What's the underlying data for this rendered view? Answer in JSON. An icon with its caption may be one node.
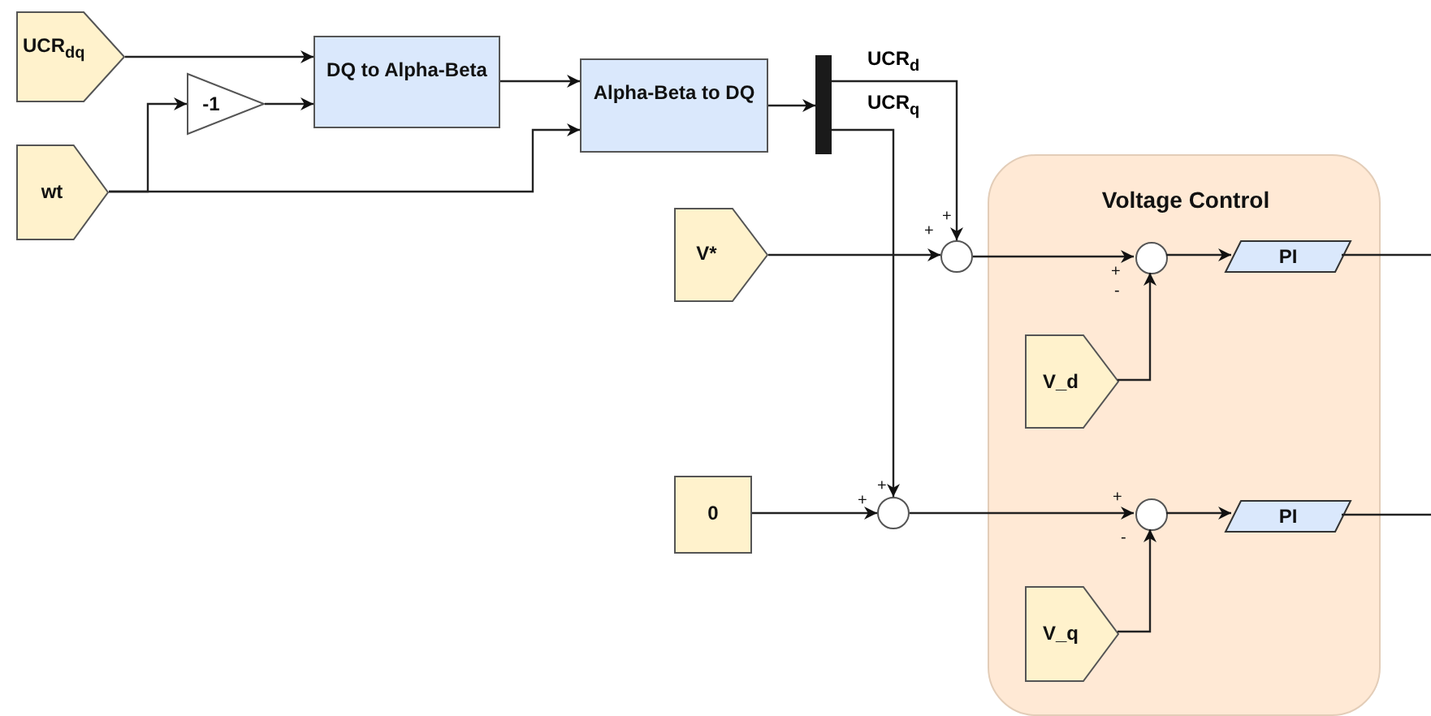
{
  "diagram": {
    "nodes": [
      {
        "text": [
          "UCR$_{dq}$"
        ]
      },
      {
        "text": [
          "wt"
        ]
      },
      {
        "text": [
          "-1"
        ]
      },
      {
        "text": [
          "DQ to Alpha-Beta"
        ]
      },
      {
        "text": [
          "Alpha-Beta to DQ"
        ]
      },
      {
        "text": [],
        "shape": "bar"
      },
      {
        "text": [
          "V*"
        ]
      },
      {
        "text": [],
        "shape": "circle"
      },
      {
        "text": [
          "0"
        ]
      },
      {
        "text": [],
        "shape": "circle"
      },
      {
        "text": [
          "Voltage Control"
        ]
      },
      {
        "text": [],
        "shape": "circle",
        "in": 10
      },
      {
        "text": [
          "PI"
        ],
        "in": 10
      },
      {
        "text": [
          "V_d"
        ],
        "in": 10
      },
      {
        "text": [],
        "shape": "circle",
        "in": 10
      },
      {
        "text": [
          "PI"
        ],
        "in": 10
      },
      {
        "text": [
          "V_q"
        ],
        "in": 10
      }
    ],
    "edges": [
      {
        "from": 0,
        "to": 3,
        "arrow": "to"
      },
      {
        "from": 1,
        "to": 2,
        "arrow": "to"
      },
      {
        "from": 2,
        "to": 3,
        "arrow": "to"
      },
      {
        "from": 1,
        "to": 4,
        "arrow": "to"
      },
      {
        "from": 3,
        "to": 4,
        "arrow": "to"
      },
      {
        "from": 4,
        "to": 5,
        "arrow": "to"
      },
      {
        "from": 5,
        "to": 7,
        "arrow": "to",
        "label": "UCR$_{d}$"
      },
      {
        "from": 5,
        "to": 9,
        "arrow": "to",
        "label": "UCR$_{q}$"
      },
      {
        "from": 6,
        "to": 7,
        "arrow": "to"
      },
      {
        "from": 8,
        "to": 9,
        "arrow": "to"
      },
      {
        "from": 7,
        "to": 11,
        "arrow": "to"
      },
      {
        "from": 9,
        "to": 14,
        "arrow": "to"
      },
      {
        "from": 13,
        "to": 11,
        "arrow": "to"
      },
      {
        "from": 16,
        "to": 14,
        "arrow": "to"
      },
      {
        "from": 11,
        "to": 12,
        "arrow": "to"
      },
      {
        "from": 14,
        "to": 15,
        "arrow": "to"
      },
      {
        "from": 12,
        "to": null,
        "arrow": "none"
      },
      {
        "from": 15,
        "to": null,
        "arrow": "none"
      }
    ],
    "labels": [
      "+",
      "+",
      "+",
      "-",
      "+",
      "+",
      "+",
      "-"
    ]
  }
}
